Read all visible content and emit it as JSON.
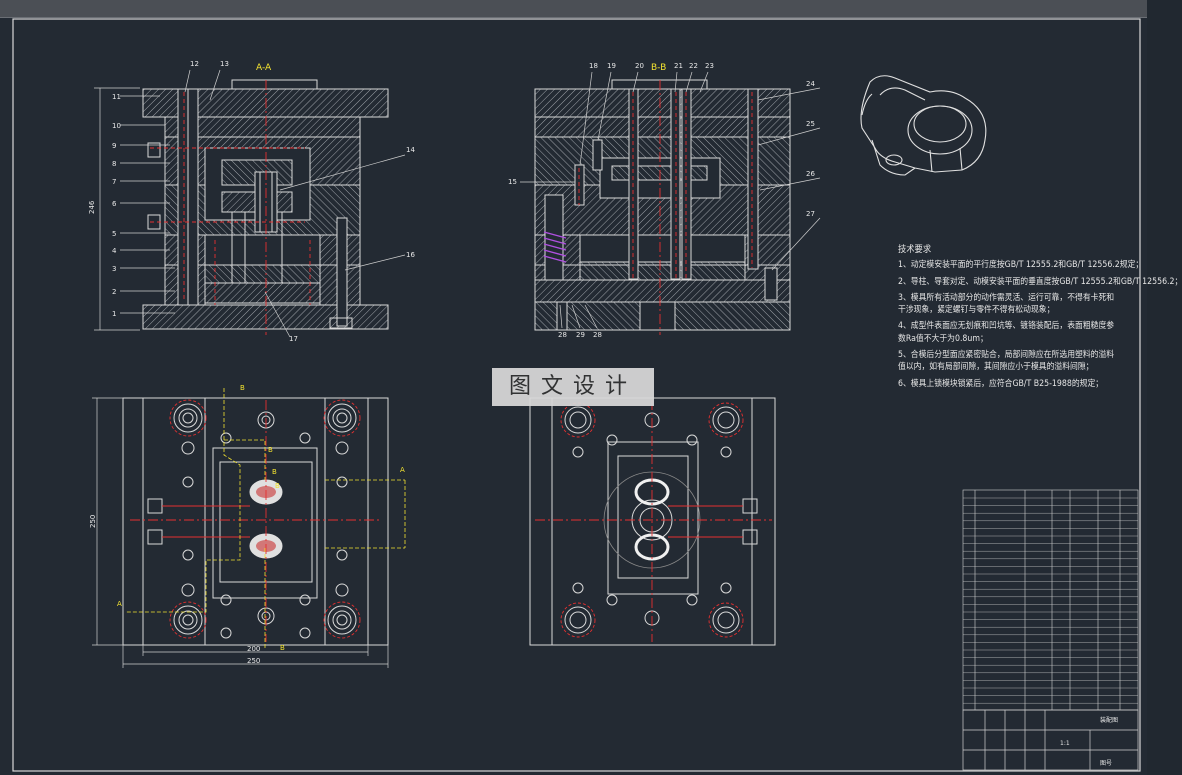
{
  "view_labels": {
    "section_aa": "A-A",
    "section_bb": "B-B"
  },
  "dimensions": {
    "height_main": "246",
    "width_bottom": "250",
    "width_inner": "200",
    "height_plan": "250"
  },
  "section_marks": {
    "a": "A",
    "b": "B"
  },
  "left_callouts": [
    "11",
    "10",
    "9",
    "8",
    "7",
    "6",
    "5",
    "4",
    "3",
    "2",
    "1"
  ],
  "top_callouts_left": [
    "12",
    "13"
  ],
  "other_callouts_left": [
    "14",
    "16",
    "17"
  ],
  "top_callouts_right": [
    "18",
    "19",
    "20",
    "21",
    "22",
    "23"
  ],
  "side_callouts_right": [
    "24",
    "25",
    "15",
    "26",
    "27"
  ],
  "bottom_callouts_right": [
    "28",
    "29",
    "28"
  ],
  "watermark": "图文设计",
  "tech_notes": {
    "title": "技术要求",
    "items": [
      "1、动定模安装平面的平行度按GB/T 12555.2和GB/T 12556.2规定；",
      "2、导柱、导套对定、动模安装平面的垂直度按GB/T 12555.2和GB/T 12556.2；",
      "3、模具所有活动部分的动作需灵活、运行可靠，不得有卡死和干涉现象，紧定螺钉与零件不得有松动现象；",
      "4、成型件表面应无划痕和凹坑等、镀铬装配后，表面粗糙度参数Ra值不大于为0.8um；",
      "5、合模后分型面应紧密贴合，局部间隙应在所选用塑料的溢料值以内，如有局部间隙，其间隙应小于模具的溢料间隙；",
      "6、模具上锁模块锁紧后，应符合GB/T B25-1988的规定；"
    ]
  },
  "title_block": {
    "drawing_name": "装配图",
    "scale": "1:1",
    "sheet": "图号"
  }
}
